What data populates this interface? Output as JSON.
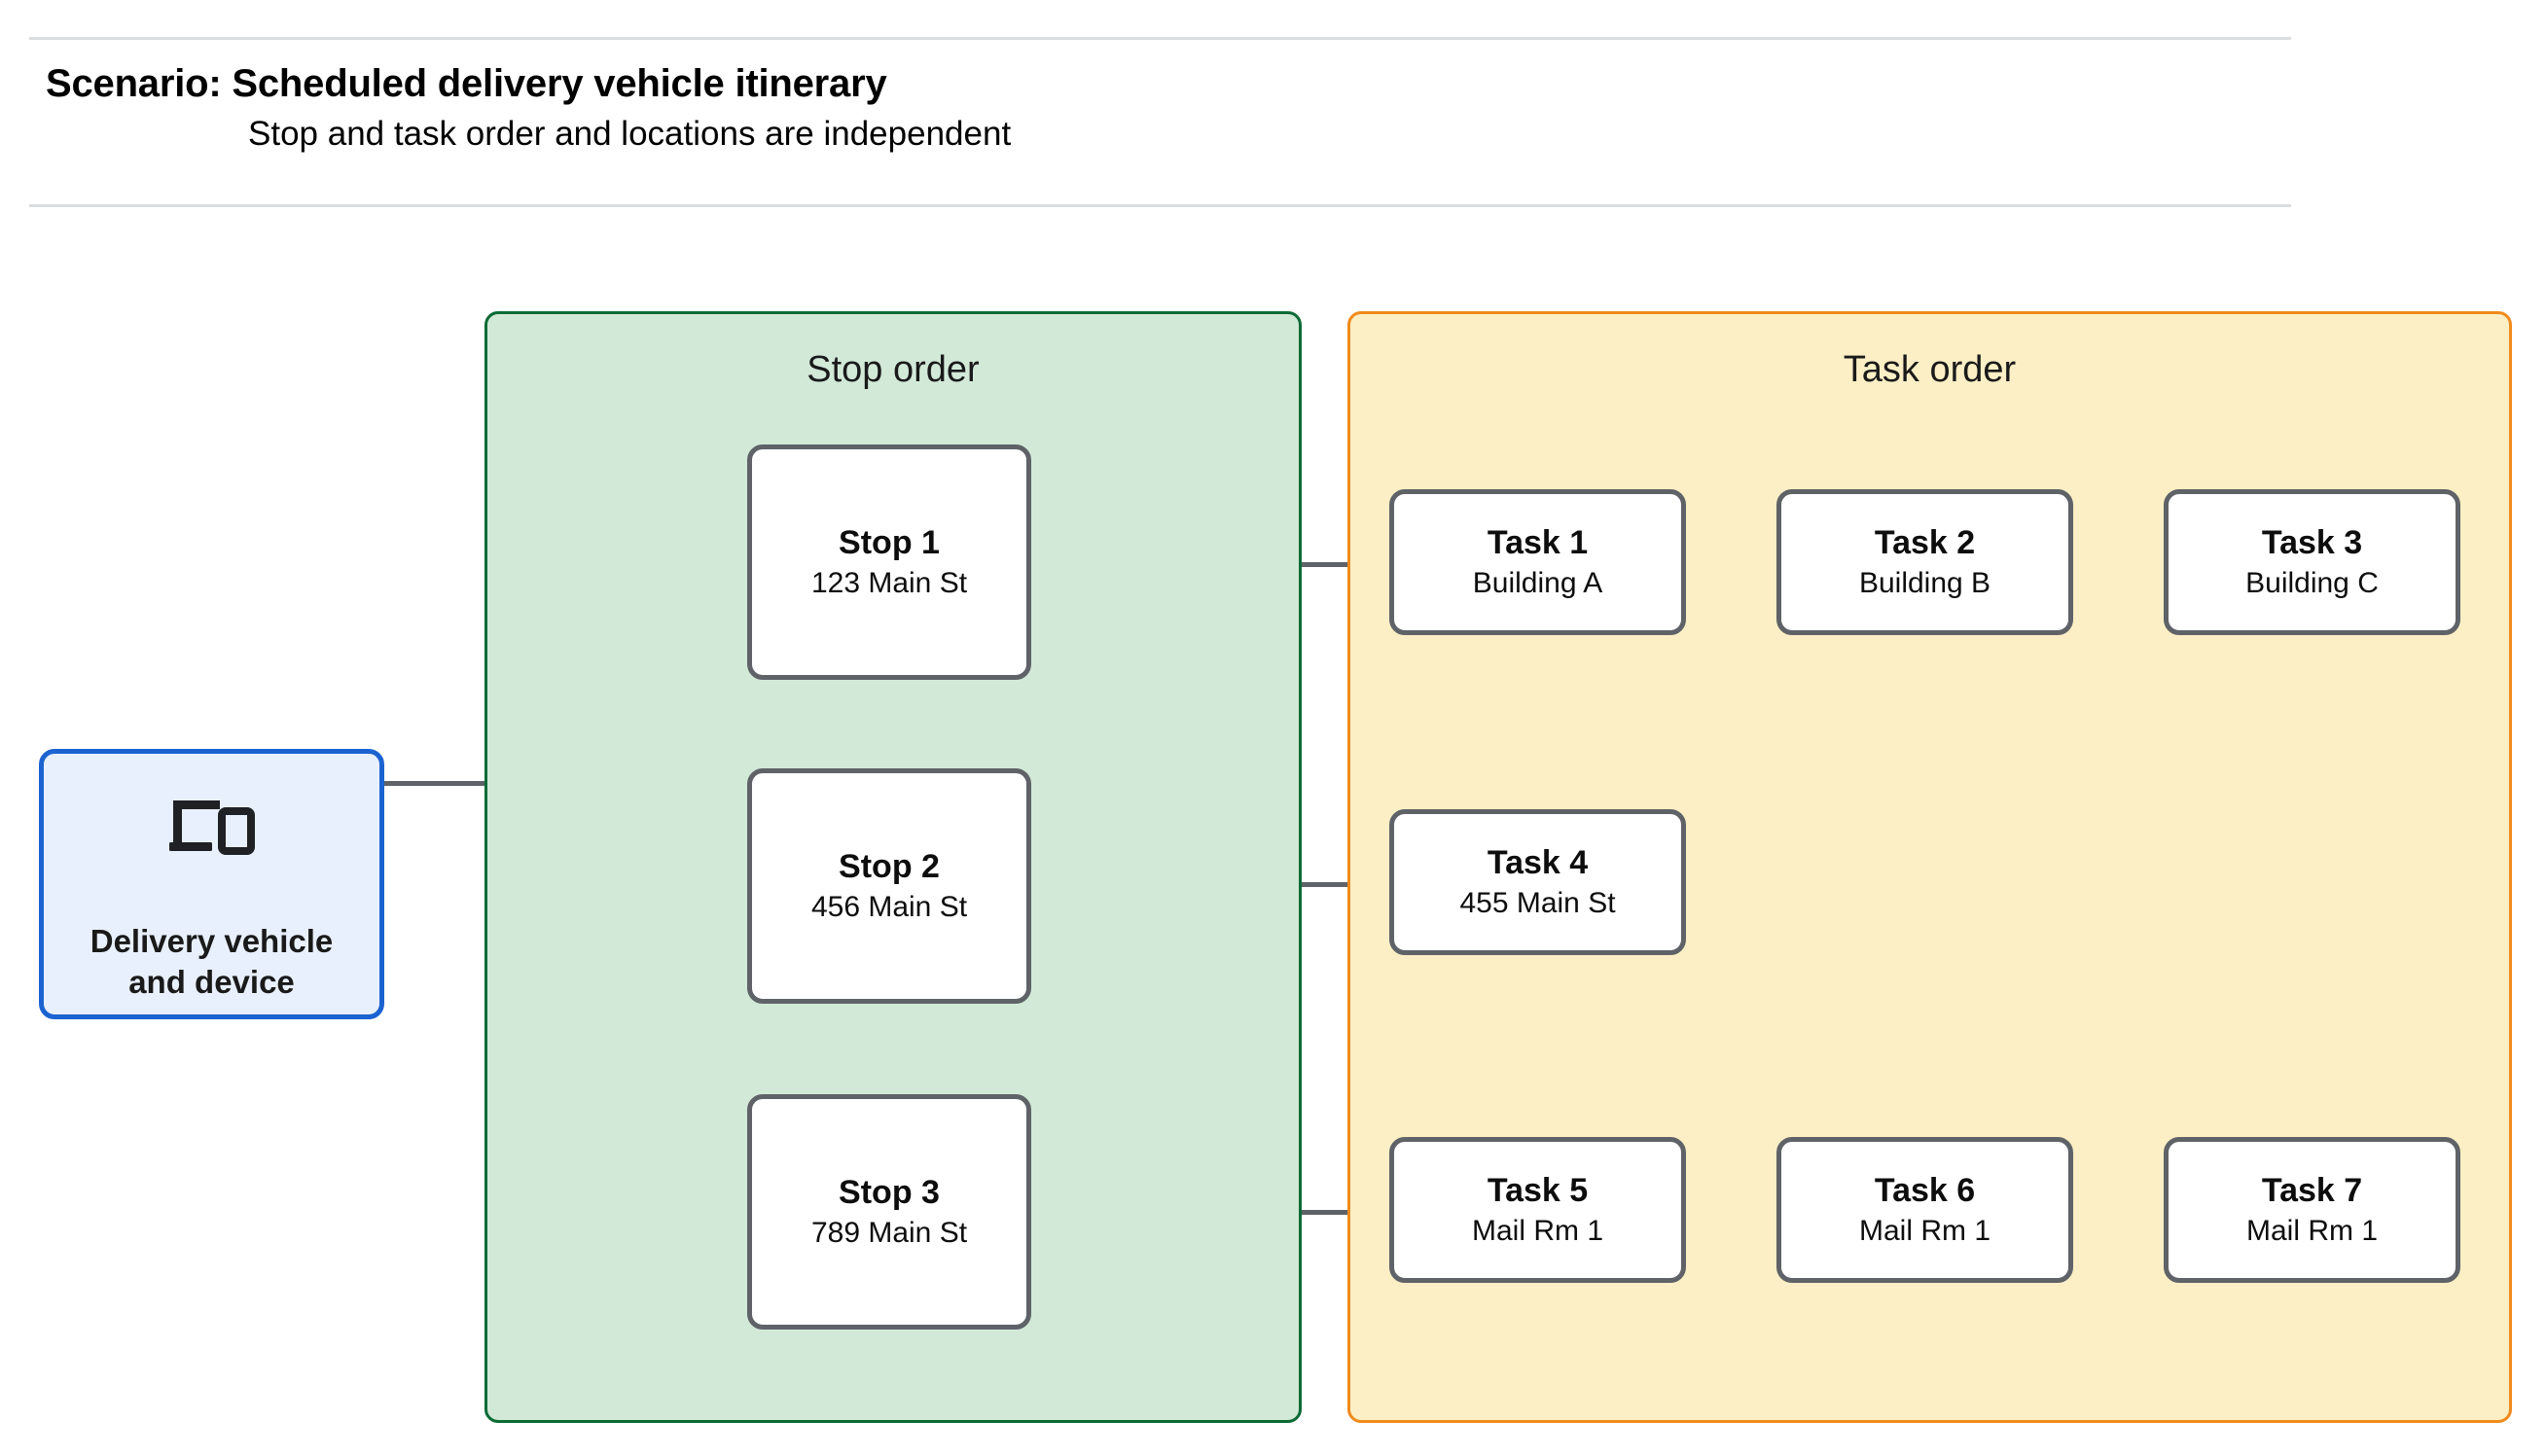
{
  "header": {
    "title": "Scenario: Scheduled delivery vehicle itinerary",
    "subtitle": "Stop and task order and locations are independent"
  },
  "vehicle": {
    "icon": "devices-icon",
    "label_line1": "Delivery vehicle",
    "label_line2": "and device"
  },
  "stop_panel": {
    "title": "Stop order",
    "fill_color": "#d2e9d8",
    "border_color": "#0b6b35",
    "stops": [
      {
        "title": "Stop 1",
        "address": "123 Main St"
      },
      {
        "title": "Stop 2",
        "address": "456 Main St"
      },
      {
        "title": "Stop 3",
        "address": "789 Main St"
      }
    ]
  },
  "task_panel": {
    "title": "Task order",
    "fill_color": "#fcefc5",
    "border_color": "#f08a1c",
    "rows": [
      {
        "tasks": [
          {
            "title": "Task 1",
            "location": "Building A"
          },
          {
            "title": "Task 2",
            "location": "Building B"
          },
          {
            "title": "Task 3",
            "location": "Building C"
          }
        ]
      },
      {
        "tasks": [
          {
            "title": "Task 4",
            "location": "455 Main St"
          }
        ]
      },
      {
        "tasks": [
          {
            "title": "Task 5",
            "location": "Mail Rm 1"
          },
          {
            "title": "Task 6",
            "location": "Mail Rm 1"
          },
          {
            "title": "Task 7",
            "location": "Mail Rm 1"
          }
        ]
      }
    ]
  },
  "colors": {
    "connector": "#5f6368",
    "node_border": "#5f6368",
    "node_fill": "#ffffff",
    "vehicle_fill": "#e8f0fe",
    "vehicle_border": "#1b63d0",
    "rule": "#dadce0"
  }
}
